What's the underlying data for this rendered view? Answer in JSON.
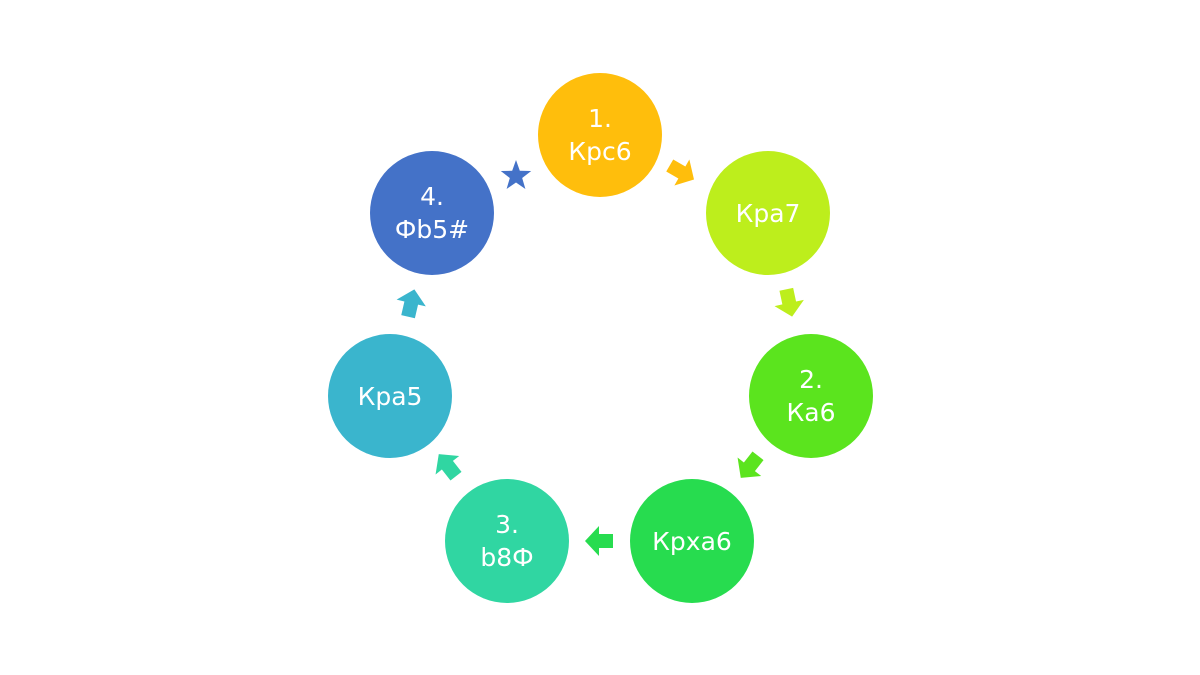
{
  "diagram": {
    "nodes": [
      {
        "id": "n1",
        "number": "1.",
        "label": "Крс6",
        "color": "#FFBE0C"
      },
      {
        "id": "n2",
        "number": "",
        "label": "Кра7",
        "color": "#BDEE1C"
      },
      {
        "id": "n3",
        "number": "2.",
        "label": "Ка6",
        "color": "#5BE41E"
      },
      {
        "id": "n4",
        "number": "",
        "label": "Крха6",
        "color": "#27DC4F"
      },
      {
        "id": "n5",
        "number": "3.",
        "label": "b8Ф",
        "color": "#30D6A2"
      },
      {
        "id": "n6",
        "number": "",
        "label": "Кра5",
        "color": "#3AB5CD"
      },
      {
        "id": "n7",
        "number": "4.",
        "label": "Фb5#",
        "color": "#4472C8"
      }
    ],
    "connectors": [
      {
        "from": "n1",
        "to": "n2",
        "shape": "arrow",
        "color": "#FFBE0C"
      },
      {
        "from": "n2",
        "to": "n3",
        "shape": "arrow",
        "color": "#BDEE1C"
      },
      {
        "from": "n3",
        "to": "n4",
        "shape": "arrow",
        "color": "#5BE41E"
      },
      {
        "from": "n4",
        "to": "n5",
        "shape": "arrow",
        "color": "#27DC4F"
      },
      {
        "from": "n5",
        "to": "n6",
        "shape": "arrow",
        "color": "#30D6A2"
      },
      {
        "from": "n6",
        "to": "n7",
        "shape": "arrow",
        "color": "#3AB5CD"
      },
      {
        "from": "n7",
        "to": "n1",
        "shape": "star",
        "color": "#4472C8"
      }
    ]
  }
}
